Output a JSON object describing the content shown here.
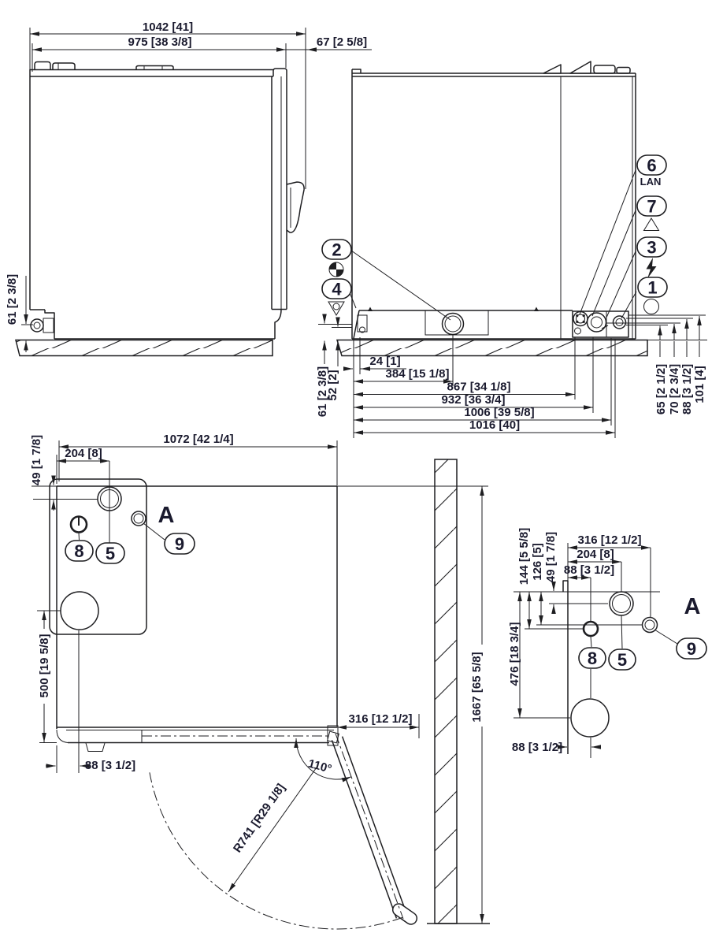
{
  "side_view": {
    "dim_depth_overall": "1042 [41]",
    "dim_depth_body": "975 [38 3/8]",
    "dim_handle": "67 [2 5/8]",
    "dim_height_drain": "61 [2 3/8]"
  },
  "back_view": {
    "dim_a": "24 [1]",
    "dim_b": "384 [15 1/8]",
    "dim_c": "867 [34 1/8]",
    "dim_d": "932 [36 3/4]",
    "dim_e": "1006 [39 5/8]",
    "dim_f": "1016 [40]",
    "dim_left1": "61 [2 3/8]",
    "dim_left2": "52 [2]",
    "dim_right1": "65 [2 1/2]",
    "dim_right2": "70 [2 3/4]",
    "dim_right3": "88 [3 1/2]",
    "dim_right4": "101 [4]",
    "lan_label": "LAN"
  },
  "plan_view": {
    "dim_width": "1072 [42 1/4]",
    "dim_conn_x": "204 [8]",
    "dim_conn_y": "49 [1 7/8]",
    "dim_leg": "500 [19 5/8]",
    "dim_leg_x": "88 [3 1/2]",
    "dim_door_open": "316 [12 1/2]",
    "door_angle": "110°",
    "door_radius": "R741 [R29 1/8]",
    "dim_wall_height": "1667 [65 5/8]",
    "detail_label": "A"
  },
  "detail_a": {
    "label": "A",
    "dim_top1": "316 [12 1/2]",
    "dim_top2": "204 [8]",
    "dim_top3": "88 [3 1/2]",
    "dim_left1": "144 [5 5/8]",
    "dim_left2": "126 [5]",
    "dim_left3": "49 [1 7/8]",
    "dim_left4": "476 [18 3/4]",
    "dim_bottom": "88 [3 1/2]"
  },
  "callouts": {
    "n1": "1",
    "n2": "2",
    "n3": "3",
    "n4": "4",
    "n5": "5",
    "n6": "6",
    "n7": "7",
    "n8": "8",
    "n9": "9"
  },
  "colors": {
    "line": "#1e1e21",
    "text": "#1a1a2e"
  }
}
